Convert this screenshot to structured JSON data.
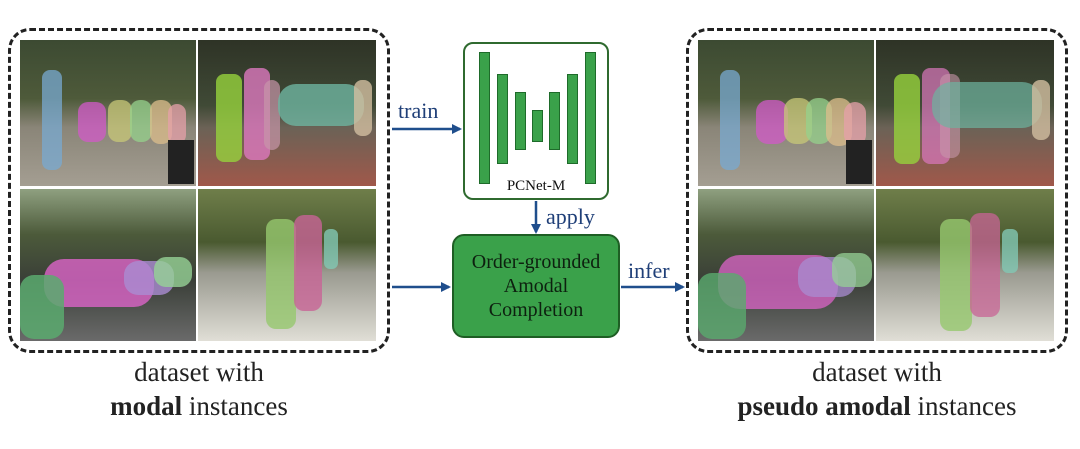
{
  "left_dataset": {
    "caption_line1": "dataset with",
    "caption_bold": "modal",
    "caption_rest": " instances"
  },
  "right_dataset": {
    "caption_line1": "dataset with",
    "caption_bold": "pseudo amodal",
    "caption_rest": " instances"
  },
  "network": {
    "label": "PCNet-M"
  },
  "completion_box": {
    "line1": "Order-grounded",
    "line2": "Amodal",
    "line3": "Completion"
  },
  "arrows": {
    "train": "train",
    "apply": "apply",
    "infer": "infer"
  },
  "colors": {
    "arrow": "#1f4e8c",
    "green": "#3aa14a",
    "dark_green": "#1e5e24"
  }
}
